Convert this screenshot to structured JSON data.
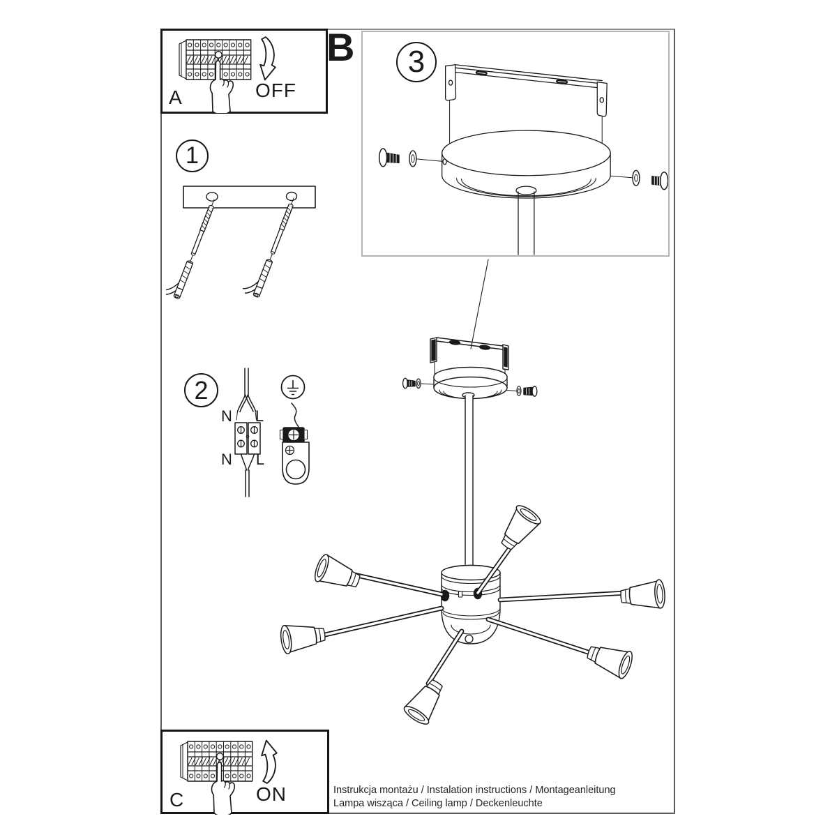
{
  "labels": {
    "step_a": "A",
    "step_b": "B",
    "step_c": "C",
    "num_1": "1",
    "num_2": "2",
    "num_3": "3",
    "off": "OFF",
    "on": "ON"
  },
  "wiring": {
    "neutral_top": "N",
    "live_top": "L",
    "neutral_bottom": "N",
    "live_bottom": "L"
  },
  "footer": {
    "line1": "Instrukcja montażu / Instalation instructions / Montageanleitung",
    "line2": "Lampa wisząca / Ceiling lamp / Deckenleuchte"
  },
  "figures": {
    "step_a": "breaker-panel-switch-off",
    "step_1": "drill-holes-wall-anchors",
    "step_2": "connect-wires-terminal-and-ground",
    "step_3": "mounting-bracket-canopy-screws",
    "step_c": "breaker-panel-switch-on",
    "product": "six-arm-ceiling-lamp"
  },
  "colors": {
    "line": "#1a1a1a",
    "frame": "#5a5a5a",
    "box3_border": "#b5b5b5",
    "paper": "#ffffff"
  }
}
